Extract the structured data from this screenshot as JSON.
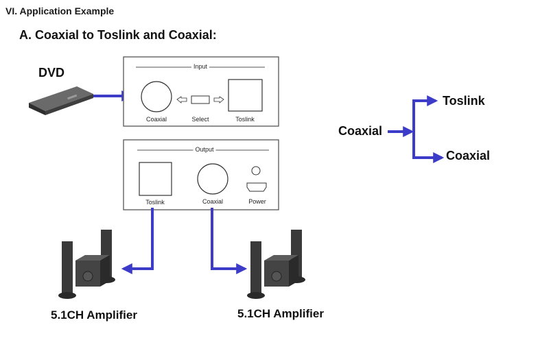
{
  "header": {
    "section_title": "VI. Application Example",
    "subtitle": "A. Coaxial to Toslink and Coaxial:"
  },
  "source": {
    "label": "DVD"
  },
  "input_box": {
    "title": "Input",
    "coaxial_label": "Coaxial",
    "select_label": "Select",
    "toslink_label": "Toslink"
  },
  "output_box": {
    "title": "Output",
    "toslink_label": "Toslink",
    "coaxial_label": "Coaxial",
    "power_label": "Power"
  },
  "amplifiers": [
    {
      "label": "5.1CH Amplifier"
    },
    {
      "label": "5.1CH Amplifier"
    }
  ],
  "signal_flow": {
    "input": "Coaxial",
    "outputs": [
      "Toslink",
      "Coaxial"
    ]
  },
  "colors": {
    "cable": "#3c3cc8",
    "box_border": "#555555",
    "text": "#111111",
    "device_dark": "#3a3a3a"
  }
}
